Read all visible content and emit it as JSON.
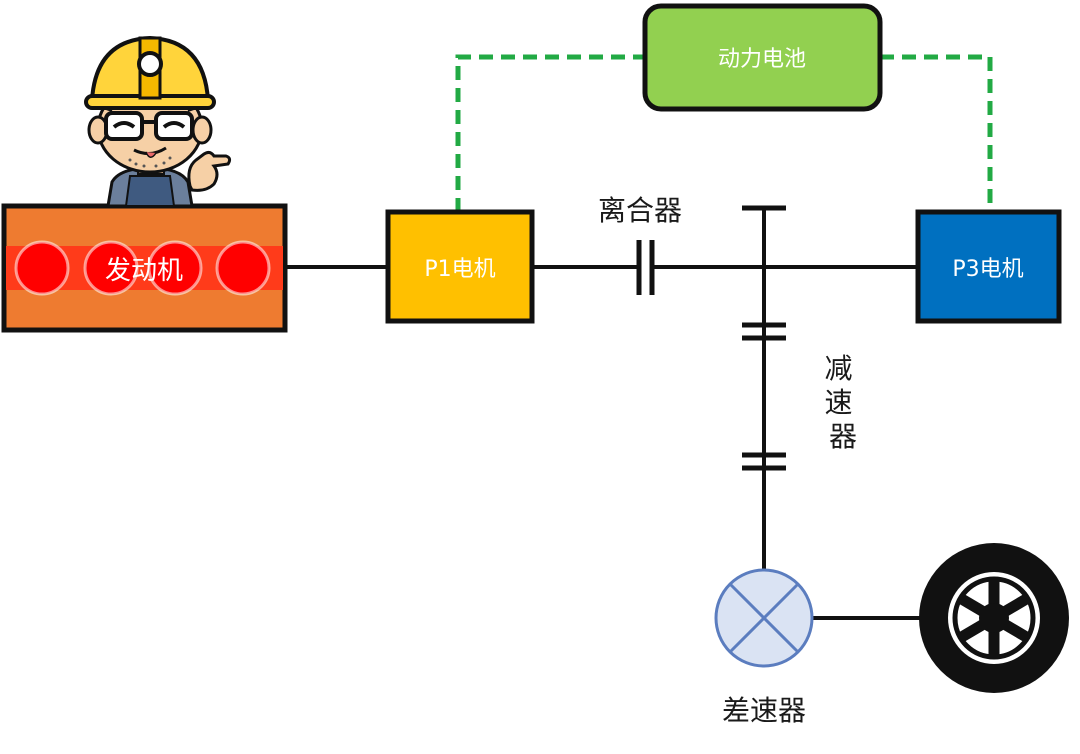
{
  "diagram": {
    "battery_label": "动力电池",
    "engine_label": "发动机",
    "p1_motor_label": "P1电机",
    "p3_motor_label": "P3电机",
    "clutch_label": "离合器",
    "reducer_label": "减速器",
    "differential_label": "差速器"
  },
  "colors": {
    "engine": "#ee7b30",
    "engine_band": "#ff3b1a",
    "cylinder": "#ff0000",
    "p1_motor": "#ffc000",
    "p3_motor": "#0070c0",
    "battery": "#92d050",
    "battery_link": "#22aa44",
    "differential": "#dae3f3",
    "differential_stroke": "#5b7dbf"
  },
  "icons": [
    "engineer-mascot-icon",
    "wheel-icon",
    "differential-icon"
  ]
}
